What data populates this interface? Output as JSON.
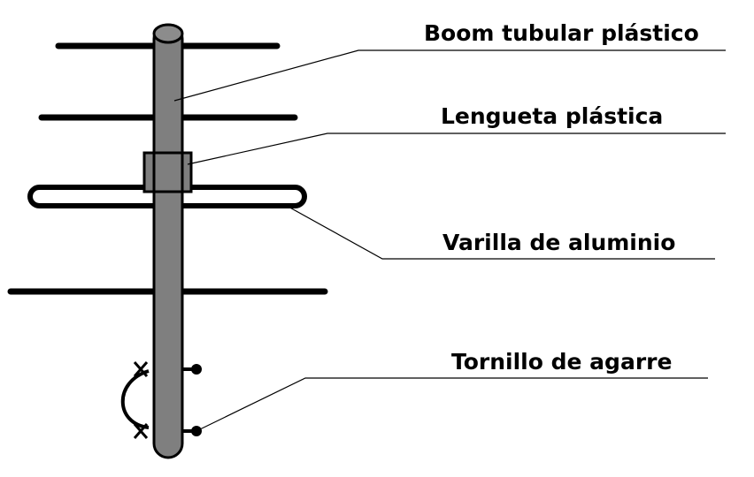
{
  "labels": {
    "boom": "Boom tubular plástico",
    "lengueta": "Lengueta plástica",
    "varilla": "Varilla de aluminio",
    "tornillo": "Tornillo de agarre"
  },
  "colors": {
    "boom_fill": "#7f7f7f",
    "stroke": "#000000",
    "background": "#ffffff"
  }
}
